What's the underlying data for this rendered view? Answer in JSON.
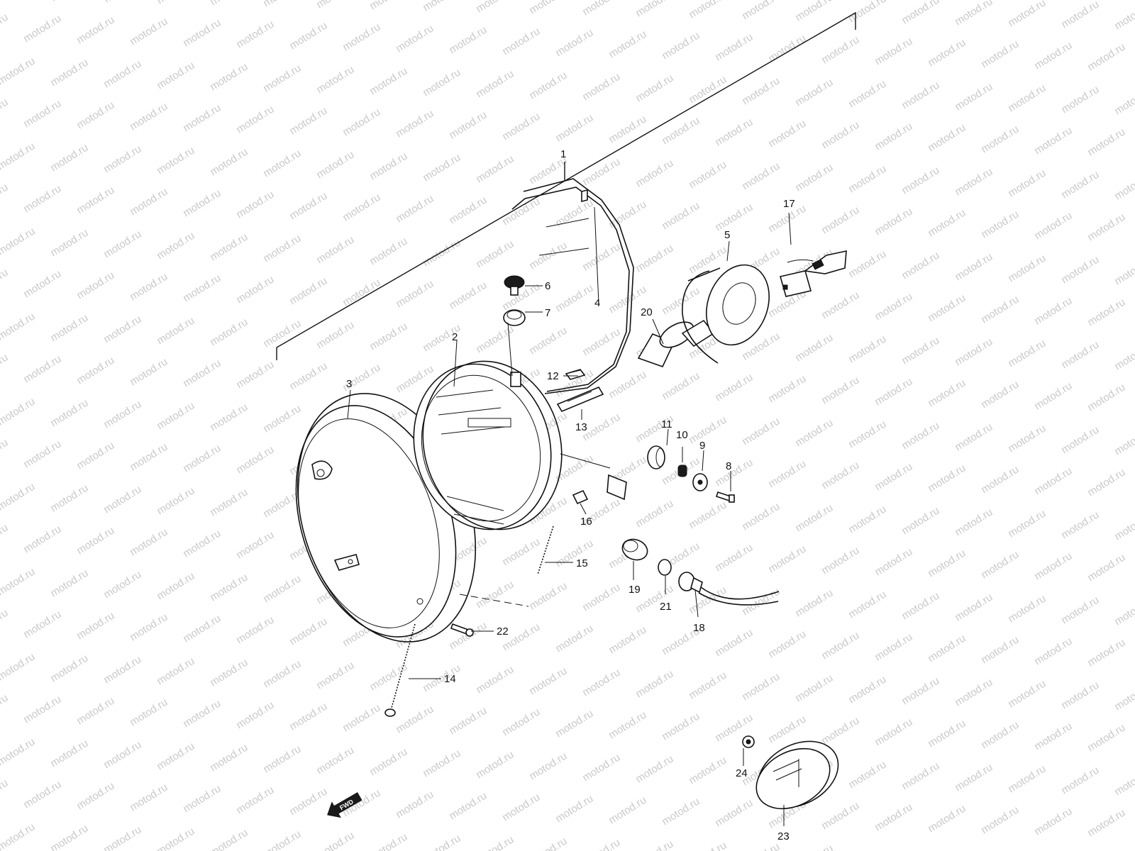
{
  "watermark": {
    "text": "motod.ru"
  },
  "callouts": [
    {
      "id": "1",
      "label": "1"
    },
    {
      "id": "2",
      "label": "2"
    },
    {
      "id": "3",
      "label": "3"
    },
    {
      "id": "4",
      "label": "4"
    },
    {
      "id": "5",
      "label": "5"
    },
    {
      "id": "6",
      "label": "6"
    },
    {
      "id": "7",
      "label": "7"
    },
    {
      "id": "8",
      "label": "8"
    },
    {
      "id": "9",
      "label": "9"
    },
    {
      "id": "10",
      "label": "10"
    },
    {
      "id": "11",
      "label": "11"
    },
    {
      "id": "12",
      "label": "12"
    },
    {
      "id": "13",
      "label": "13"
    },
    {
      "id": "14",
      "label": "14"
    },
    {
      "id": "15",
      "label": "15"
    },
    {
      "id": "16",
      "label": "16"
    },
    {
      "id": "17",
      "label": "17"
    },
    {
      "id": "18",
      "label": "18"
    },
    {
      "id": "19",
      "label": "19"
    },
    {
      "id": "20",
      "label": "20"
    },
    {
      "id": "21",
      "label": "21"
    },
    {
      "id": "22",
      "label": "22"
    },
    {
      "id": "23",
      "label": "23"
    },
    {
      "id": "24",
      "label": "24"
    }
  ],
  "direction_arrow": {
    "label": "FWD",
    "icon": "fwd-arrow-icon"
  }
}
